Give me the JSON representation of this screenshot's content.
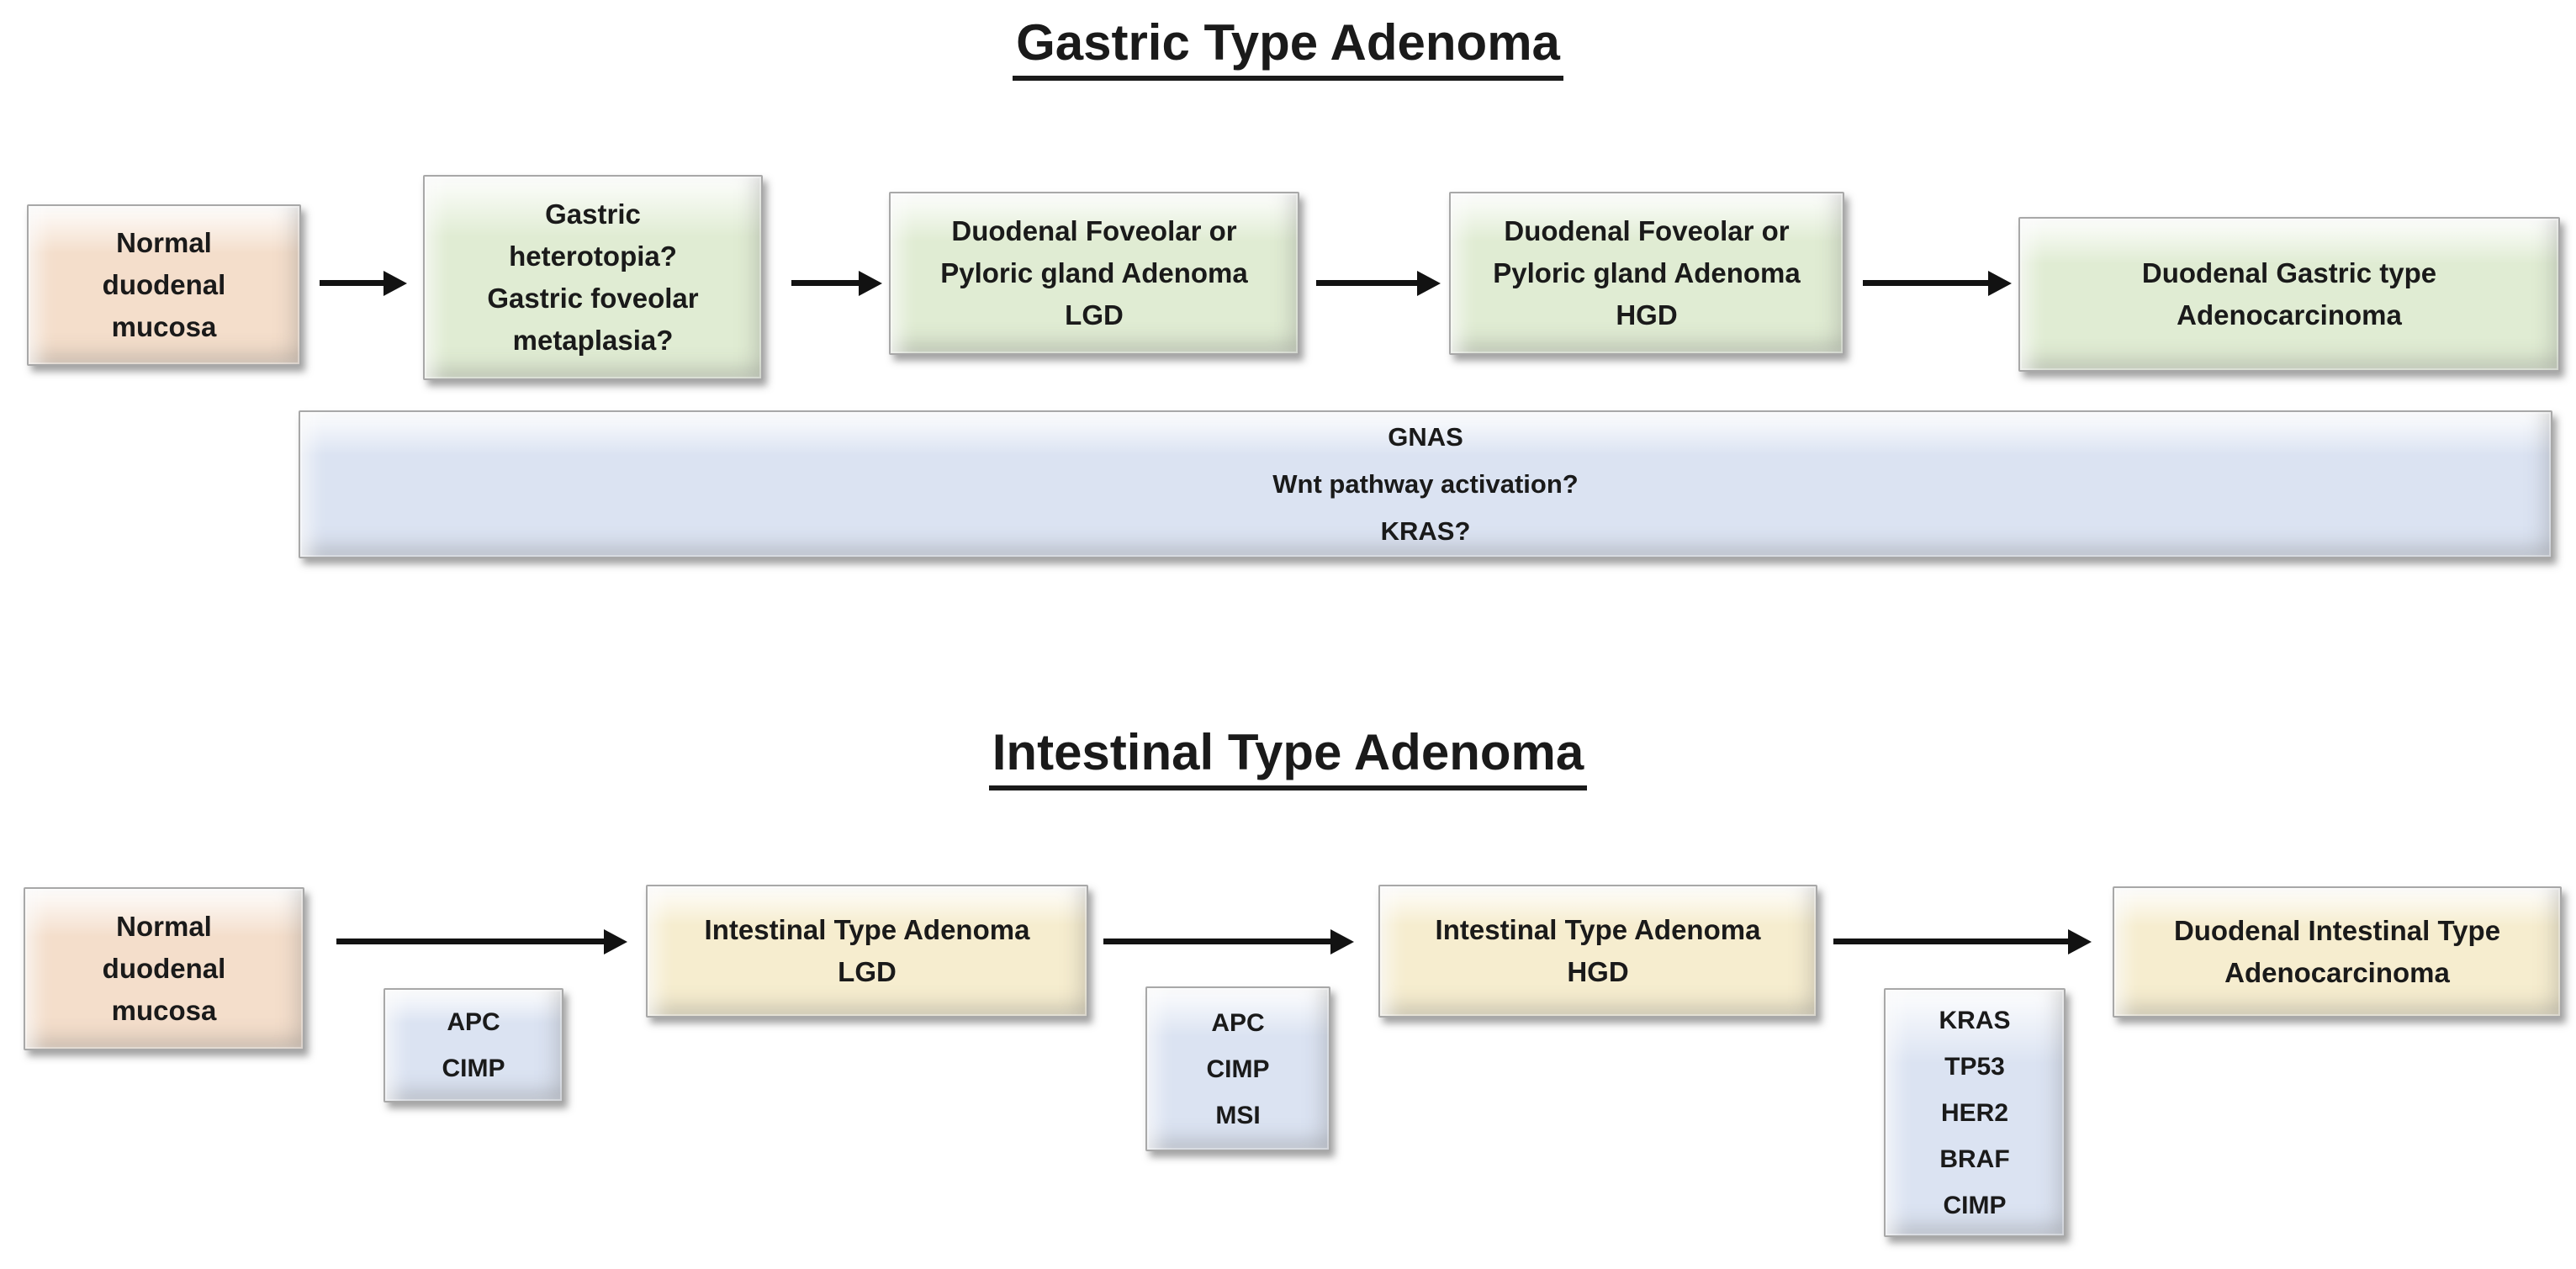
{
  "sections": [
    {
      "title": "Gastric Type Adenoma",
      "nodes": [
        {
          "text": "Normal\nduodenal\nmucosa"
        },
        {
          "text": "Gastric\nheterotopia?\nGastric foveolar\nmetaplasia?"
        },
        {
          "text": "Duodenal Foveolar or\nPyloric gland Adenoma\nLGD"
        },
        {
          "text": "Duodenal Foveolar or\nPyloric gland Adenoma\nHGD"
        },
        {
          "text": "Duodenal Gastric type\nAdenocarcinoma"
        }
      ],
      "mutation_band": {
        "text": "GNAS\nWnt pathway activation?\nKRAS?"
      }
    },
    {
      "title": "Intestinal Type Adenoma",
      "nodes": [
        {
          "text": "Normal\nduodenal\nmucosa"
        },
        {
          "text": "Intestinal Type Adenoma\nLGD"
        },
        {
          "text": "Intestinal Type Adenoma\nHGD"
        },
        {
          "text": "Duodenal Intestinal Type\nAdenocarcinoma"
        }
      ],
      "mutation_boxes": [
        {
          "text": "APC\nCIMP"
        },
        {
          "text": "APC\nCIMP\nMSI"
        },
        {
          "text": "KRAS\nTP53\nHER2\nBRAF\nCIMP"
        }
      ]
    }
  ],
  "colors": {
    "normal_mucosa_fill": "#f4decb",
    "gastric_node_fill": "#e0ecd3",
    "intestinal_node_fill": "#f6edcf",
    "mutation_fill": "#dbe3f2",
    "arrow_color": "#121212",
    "text_color": "#1a1a1a"
  }
}
